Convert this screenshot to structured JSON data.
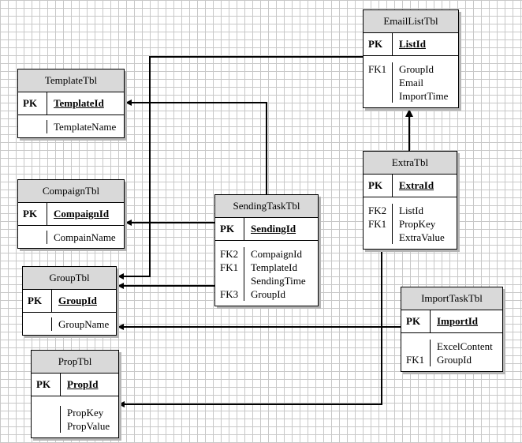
{
  "tables": {
    "email_list": {
      "name": "EmailListTbl",
      "pk_key": "PK",
      "pk": "ListId",
      "fk_keys": [
        "FK1",
        "",
        ""
      ],
      "attrs": [
        "GroupId",
        "Email",
        "ImportTime"
      ]
    },
    "template": {
      "name": "TemplateTbl",
      "pk_key": "PK",
      "pk": "TemplateId",
      "fk_keys": [
        ""
      ],
      "attrs": [
        "TemplateName"
      ]
    },
    "compaign": {
      "name": "CompaignTbl",
      "pk_key": "PK",
      "pk": "CompaignId",
      "fk_keys": [
        ""
      ],
      "attrs": [
        "CompainName"
      ]
    },
    "sending_task": {
      "name": "SendingTaskTbl",
      "pk_key": "PK",
      "pk": "SendingId",
      "fk_keys": [
        "FK2",
        "FK1",
        "",
        "FK3"
      ],
      "attrs": [
        "CompaignId",
        "TemplateId",
        "SendingTime",
        "GroupId"
      ]
    },
    "extra": {
      "name": "ExtraTbl",
      "pk_key": "PK",
      "pk": "ExtraId",
      "fk_keys": [
        "FK2",
        "FK1",
        ""
      ],
      "attrs": [
        "ListId",
        "PropKey",
        "ExtraValue"
      ]
    },
    "group": {
      "name": "GroupTbl",
      "pk_key": "PK",
      "pk": "GroupId",
      "fk_keys": [
        ""
      ],
      "attrs": [
        "GroupName"
      ]
    },
    "import_task": {
      "name": "ImportTaskTbl",
      "pk_key": "PK",
      "pk": "ImportId",
      "fk_keys": [
        "",
        "FK1"
      ],
      "attrs": [
        "ExcelContent",
        "GroupId"
      ]
    },
    "prop": {
      "name": "PropTbl",
      "pk_key": "PK",
      "pk": "PropId",
      "fk_keys": [
        "",
        ""
      ],
      "attrs": [
        "PropKey",
        "PropValue"
      ]
    }
  },
  "relationships": [
    {
      "from": "EmailListTbl",
      "to": "GroupTbl"
    },
    {
      "from": "SendingTaskTbl",
      "to": "TemplateTbl"
    },
    {
      "from": "SendingTaskTbl",
      "to": "CompaignTbl"
    },
    {
      "from": "SendingTaskTbl",
      "to": "GroupTbl"
    },
    {
      "from": "ExtraTbl",
      "to": "EmailListTbl"
    },
    {
      "from": "ExtraTbl",
      "to": "PropTbl"
    },
    {
      "from": "ImportTaskTbl",
      "to": "GroupTbl"
    }
  ]
}
